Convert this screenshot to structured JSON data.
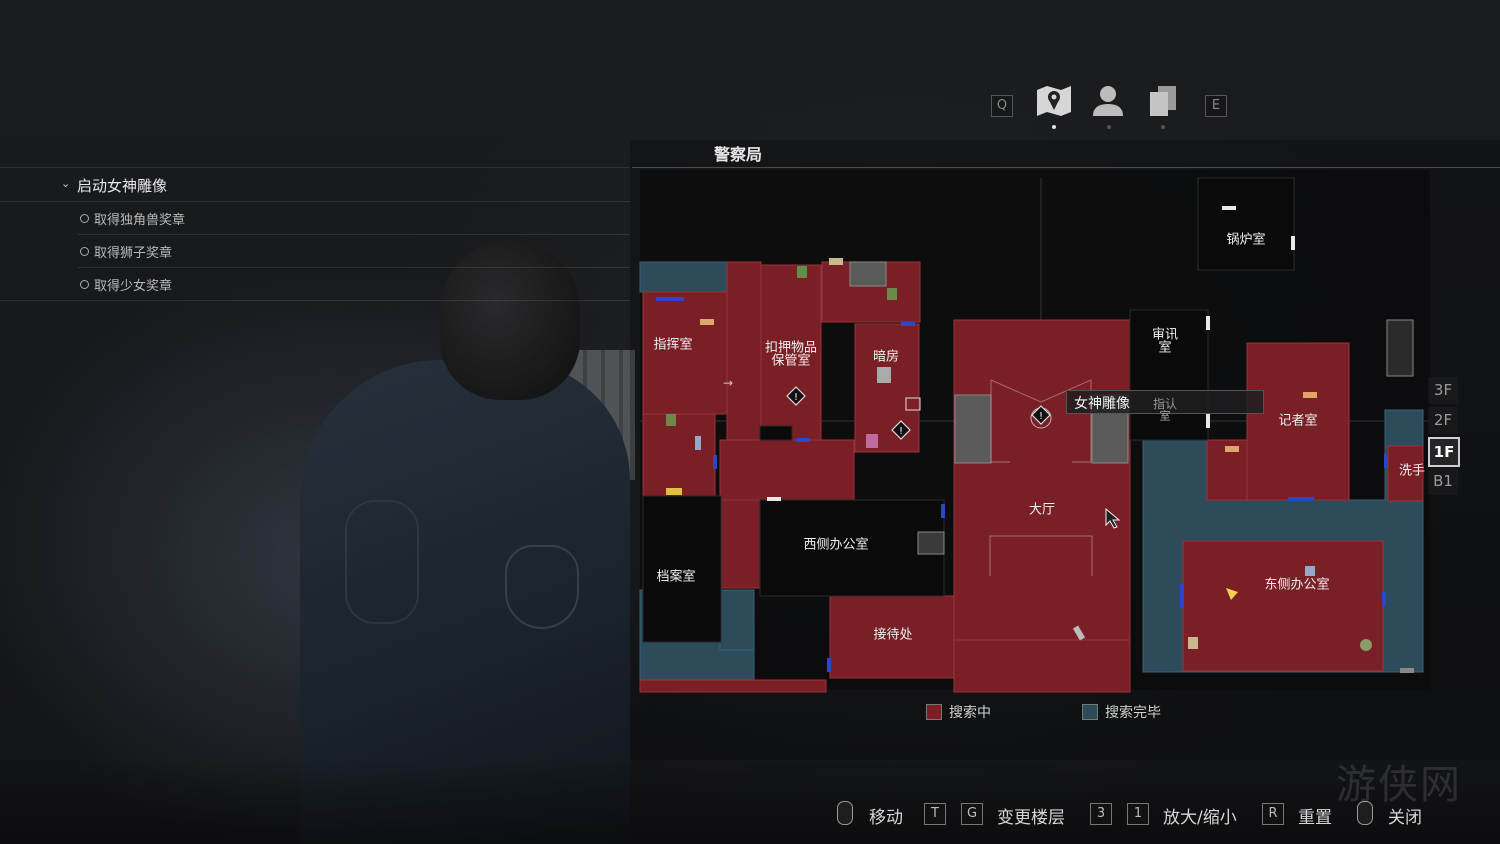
{
  "top_tabs": {
    "prev_key": "Q",
    "next_key": "E",
    "tabs": [
      {
        "icon": "map-icon",
        "active": true
      },
      {
        "icon": "character-icon",
        "active": false
      },
      {
        "icon": "files-icon",
        "active": false
      }
    ]
  },
  "map_title": "警察局",
  "objectives": {
    "title": "启动女神雕像",
    "items": [
      "取得独角兽奖章",
      "取得狮子奖章",
      "取得少女奖章"
    ]
  },
  "rooms": {
    "boiler": "锅炉室",
    "interrogation_1": "审讯",
    "interrogation_2": "室",
    "command": "指挥室",
    "evidence_1": "扣押物品",
    "evidence_2": "保管室",
    "darkroom": "暗房",
    "press": "记者室",
    "hall": "大厅",
    "west_office": "西侧办公室",
    "records": "档案室",
    "reception": "接待处",
    "east_office": "东侧办公室",
    "wash": "洗手"
  },
  "callout": {
    "name": "女神雕像",
    "sub_1": "指认",
    "sub_2": "室"
  },
  "floors": [
    "3F",
    "2F",
    "1F",
    "B1"
  ],
  "active_floor": "1F",
  "legend": [
    {
      "label": "搜索中",
      "color": "#7a1f26"
    },
    {
      "label": "搜索完毕",
      "color": "#2c4c5c"
    }
  ],
  "controls": {
    "move": "移动",
    "key_t": "T",
    "key_g": "G",
    "change_floor": "变更楼层",
    "key_3": "3",
    "key_1": "1",
    "zoom": "放大/缩小",
    "key_r": "R",
    "reset": "重置",
    "close": "关闭"
  },
  "watermark": "游侠网",
  "colors": {
    "searching": "#7a1f26",
    "cleared": "#2c4c5c",
    "unexplored": "#0c0c0d"
  }
}
